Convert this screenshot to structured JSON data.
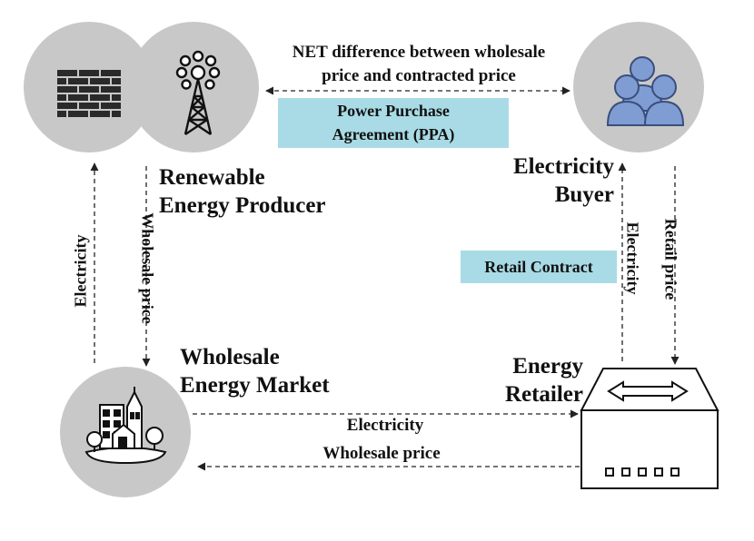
{
  "nodes": {
    "producer": {
      "line1": "Renewable",
      "line2": "Energy Producer"
    },
    "buyer": {
      "line1": "Electricity",
      "line2": "Buyer"
    },
    "market": {
      "line1": "Wholesale",
      "line2": "Energy Market"
    },
    "retailer": {
      "line1": "Energy",
      "line2": "Retailer"
    }
  },
  "flows": {
    "net_difference": {
      "line1": "NET difference between wholesale",
      "line2": "price and contracted price"
    },
    "producer_up": "Electricity",
    "producer_down": "Wholesale price",
    "buyer_up": "Electricity",
    "buyer_down": "Retail price",
    "bottom_electricity": "Electricity",
    "bottom_wholesale": "Wholesale price"
  },
  "boxes": {
    "ppa": {
      "line1": "Power Purchase",
      "line2": "Agreement (PPA)"
    },
    "retail_contract": "Retail Contract"
  },
  "colors": {
    "circle": "#c8c8c8",
    "contract_box": "#a9dbe6",
    "person": "#7f9dd2",
    "line": "#222222"
  },
  "icons": [
    "brick-wall-icon",
    "radio-tower-icon",
    "people-icon",
    "city-icon",
    "retailer-box-icon"
  ]
}
